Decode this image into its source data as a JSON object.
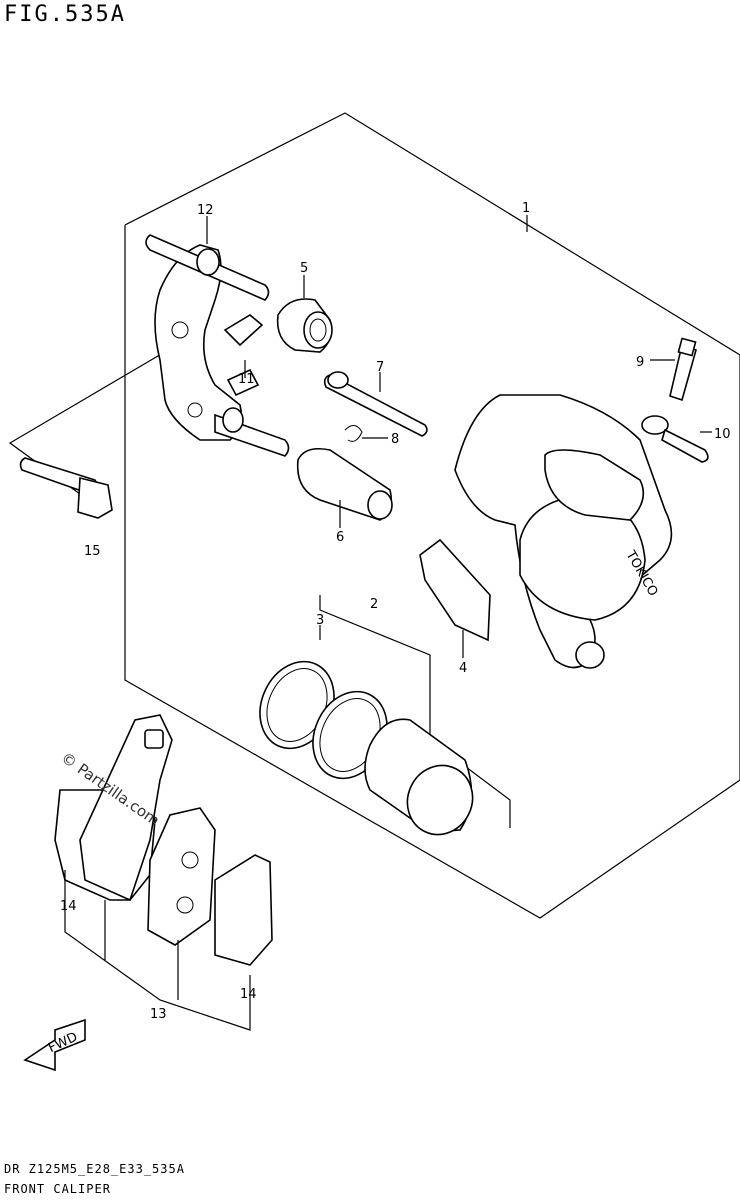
{
  "header": {
    "figure_title": "FIG.535A"
  },
  "footer": {
    "code": "DR Z125M5_E28_E33_535A",
    "caption": "FRONT CALIPER"
  },
  "watermark": "© Partzilla.com",
  "fwd_label": "FWD",
  "brand_stamp": "TOKICO",
  "callouts": [
    "1",
    "2",
    "3",
    "4",
    "5",
    "6",
    "7",
    "8",
    "9",
    "10",
    "11",
    "12",
    "13",
    "14",
    "14",
    "15"
  ]
}
